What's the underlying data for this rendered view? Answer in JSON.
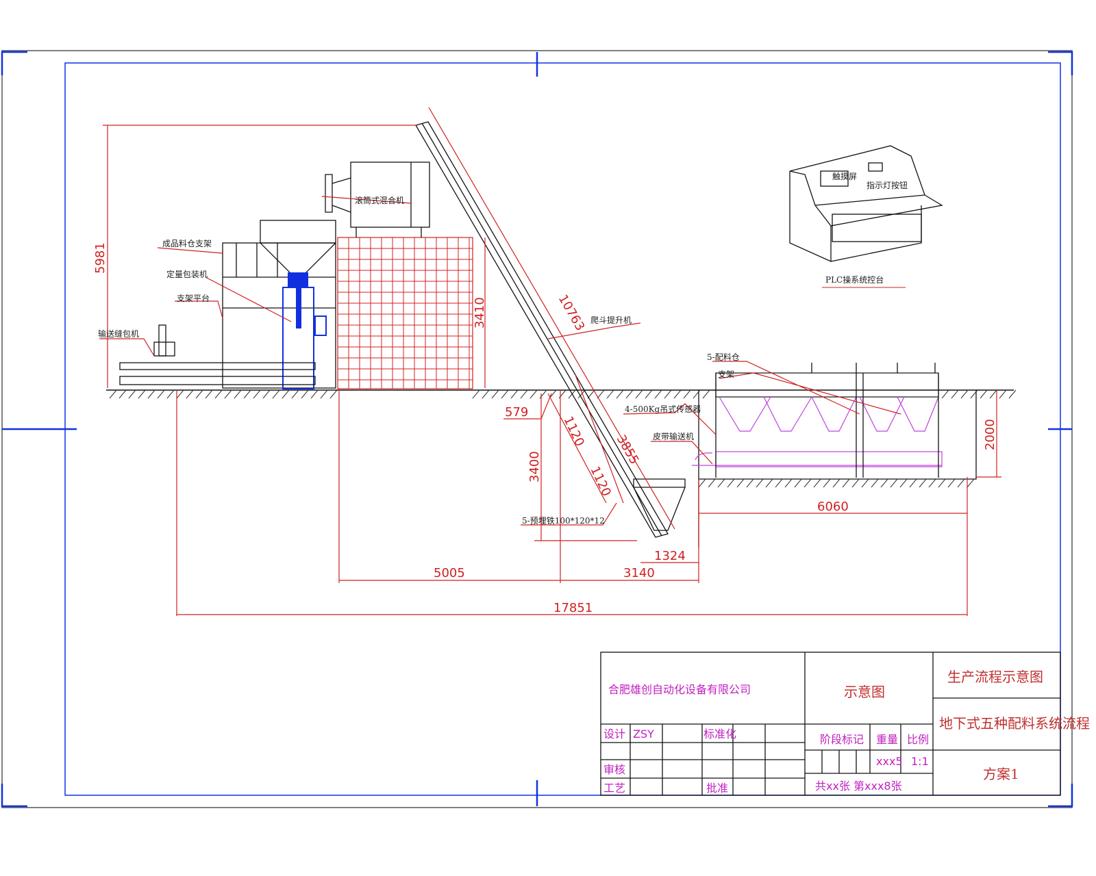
{
  "labels": {
    "finished_bin_frame": "成品料仓支架",
    "packing_machine": "定量包装机",
    "support_platform": "支架平台",
    "conveyor_sewing": "输送缝包机",
    "drum_mixer": "滚筒式混合机",
    "bucket_elevator": "爬斗提升机",
    "batching_bins": "5-配料仓",
    "support": "支架",
    "load_cells": "4-500Kg吊式传感器",
    "belt_conveyor": "皮带输送机",
    "embedded_iron": "5-预埋铁100*120*12",
    "plc_console": "PLC操系统控台",
    "console_screen": "触摸屏",
    "console_panel": "指示灯按钮"
  },
  "dimensions": {
    "d5981": "5981",
    "d3410": "3410",
    "d10763": "10763",
    "d3855": "3855",
    "d1120a": "1120",
    "d1120b": "1120",
    "d579": "579",
    "d3400": "3400",
    "d2000": "2000",
    "d6060": "6060",
    "d1324": "1324",
    "d5005": "5005",
    "d3140": "3140",
    "d17851": "17851"
  },
  "title_block": {
    "company": "合肥雄创自动化设备有限公司",
    "drawing_type": "示意图",
    "title": "生产流程示意图",
    "subtitle": "地下式五种配料系统流程",
    "scheme": "方案1",
    "design_label": "设计",
    "designer": "ZSY",
    "standardization_label": "标准化",
    "review_label": "审核",
    "process_label": "工艺",
    "approve_label": "批准",
    "stage_label": "阶段标记",
    "weight_label": "重量",
    "scale_label": "比例",
    "weight": "xxx5",
    "scale": "1:1",
    "sheets": "共xx张 第xxx8张"
  }
}
